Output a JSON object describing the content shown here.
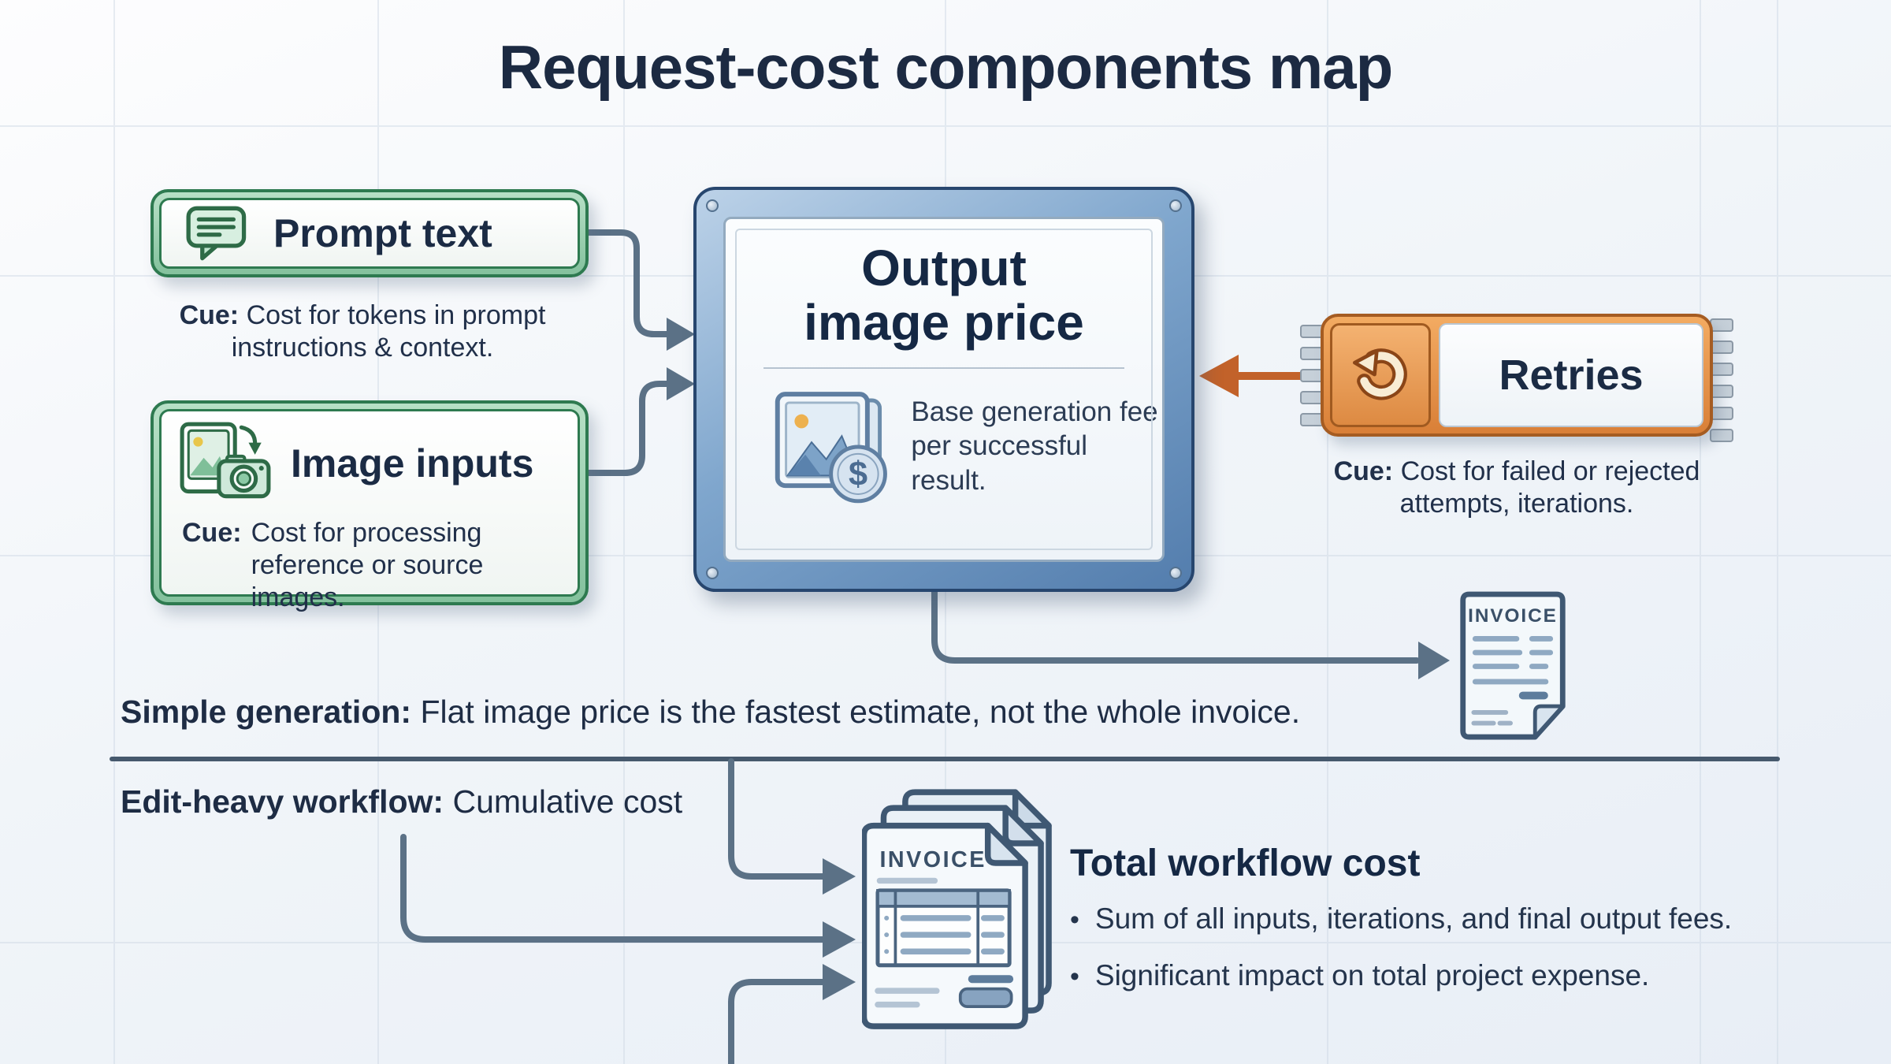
{
  "title": "Request-cost components map",
  "nodes": {
    "prompt_text": {
      "label": "Prompt text",
      "cue_label": "Cue:",
      "cue_text": "Cost for tokens in prompt instructions & context."
    },
    "image_inputs": {
      "label": "Image inputs",
      "cue_label": "Cue:",
      "cue_text": "Cost for processing reference or source images."
    },
    "output_image_price": {
      "title_line1": "Output",
      "title_line2": "image price",
      "description": "Base generation fee per successful result.",
      "coin_symbol": "$"
    },
    "retries": {
      "label": "Retries",
      "cue_label": "Cue:",
      "cue_text": "Cost for failed or rejected attempts, iterations."
    }
  },
  "annotations": {
    "simple_generation": {
      "label": "Simple generation:",
      "text": "Flat image price is the fastest estimate, not the whole invoice."
    },
    "edit_heavy_workflow": {
      "label": "Edit-heavy workflow:",
      "text": "Cumulative cost"
    }
  },
  "total_workflow": {
    "heading": "Total workflow cost",
    "bullet_char": "•",
    "bullets": [
      "Sum of all inputs, iterations, and final output fees.",
      "Significant impact on total project expense."
    ]
  },
  "invoice": {
    "label": "INVOICE"
  },
  "colors": {
    "background": "#eef3f8",
    "green_border": "#2e7a50",
    "blue_frame": "#2c4a74",
    "orange_accent": "#c2622a",
    "connector": "#5b7186",
    "navy_text": "#1c2a42"
  }
}
